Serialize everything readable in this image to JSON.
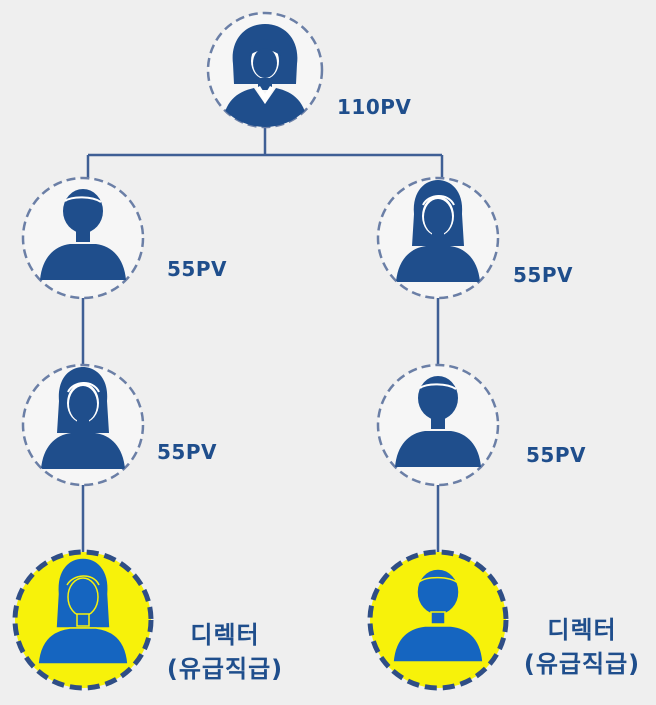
{
  "colors": {
    "background": "#efefef",
    "navy": "#1f4e8c",
    "person_highlight": "#1565c0",
    "highlight_fill": "#f7f20a",
    "circle_fill": "#f6f6f6",
    "dashed_border": "#6b7fa6"
  },
  "nodes": [
    {
      "id": "root",
      "icon": "businesswoman-icon",
      "pv": "110PV",
      "highlight": false
    },
    {
      "id": "left-1",
      "icon": "man-icon",
      "pv": "55PV",
      "highlight": false
    },
    {
      "id": "right-1",
      "icon": "woman-icon",
      "pv": "55PV",
      "highlight": false
    },
    {
      "id": "left-2",
      "icon": "woman-icon",
      "pv": "55PV",
      "highlight": false
    },
    {
      "id": "right-2",
      "icon": "man-icon",
      "pv": "55PV",
      "highlight": false
    },
    {
      "id": "left-3",
      "icon": "woman-icon",
      "highlight": true,
      "rank_line1": "디렉터",
      "rank_line2": "(유급직급)"
    },
    {
      "id": "right-3",
      "icon": "man-icon",
      "highlight": true,
      "rank_line1": "디렉터",
      "rank_line2": "(유급직급)"
    }
  ]
}
